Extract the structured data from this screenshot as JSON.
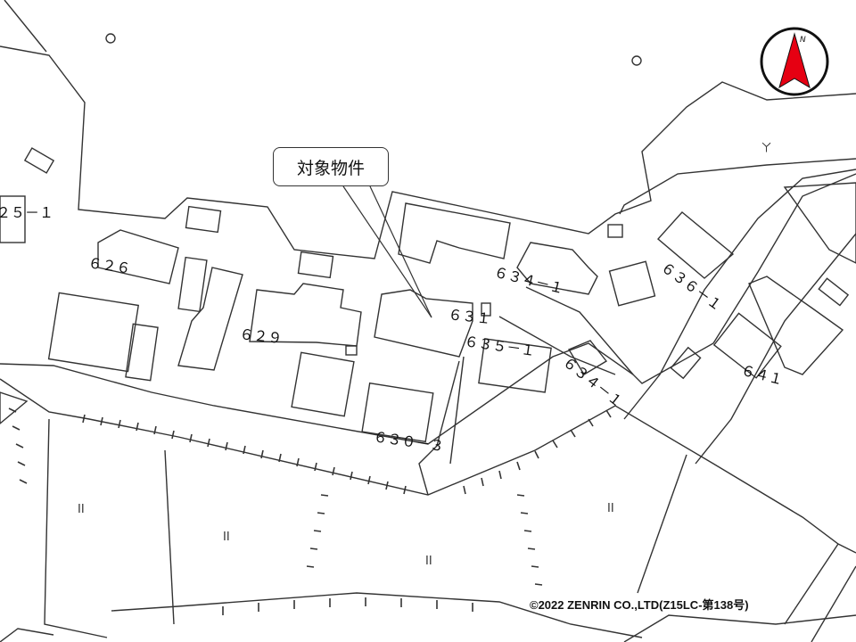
{
  "callout": {
    "label": "対象物件"
  },
  "compass": {
    "letter": "N",
    "arrow_color": "#e60012"
  },
  "copyright": "©2022 ZENRIN CO.,LTD(Z15LC-第138号)",
  "lot_labels": [
    "２５－１",
    "６２６",
    "６２９",
    "６３１",
    "６３５－１",
    "６３０－３",
    "６３４－１",
    "６３４－１",
    "６３６－１",
    "６４１"
  ],
  "map_symbols": [
    "ㄚ",
    "II",
    "II",
    "II",
    "II"
  ]
}
